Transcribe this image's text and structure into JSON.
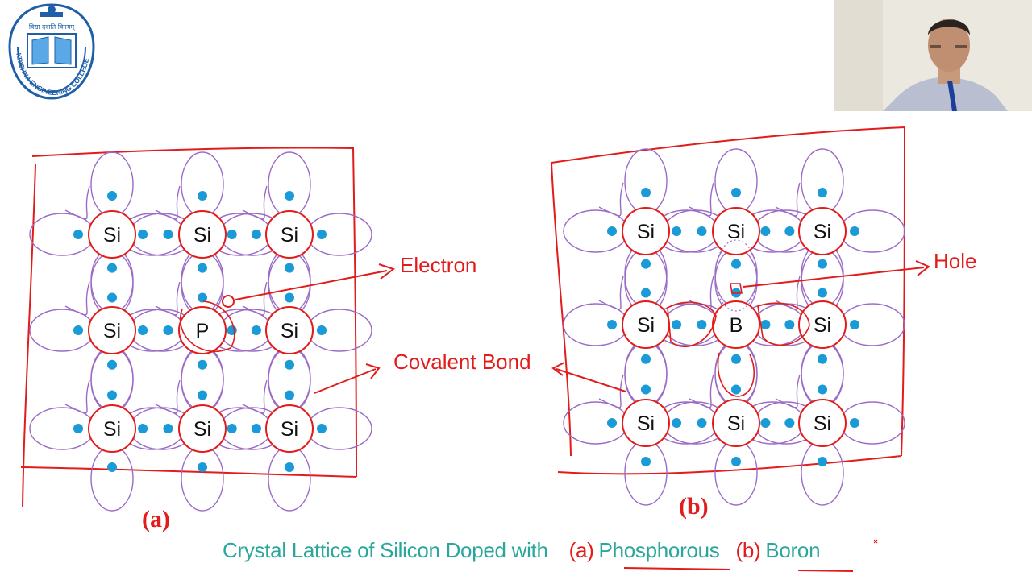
{
  "logo": {
    "motto": "विद्या ददाति विनयम्",
    "college_name": "KRISHNA ENGINEERING COLLEGE"
  },
  "diagram_a": {
    "panel_label": "(a)",
    "atoms": [
      "Si",
      "Si",
      "Si",
      "Si",
      "P",
      "Si",
      "Si",
      "Si",
      "Si"
    ],
    "annotations": {
      "electron": "Electron",
      "covalent_bond": "Covalent Bond"
    }
  },
  "diagram_b": {
    "panel_label": "(b)",
    "atoms": [
      "Si",
      "Si",
      "Si",
      "Si",
      "B",
      "Si",
      "Si",
      "Si",
      "Si"
    ],
    "annotations": {
      "hole": "Hole"
    }
  },
  "caption": {
    "prefix": "Crystal Lattice of Silicon Doped with",
    "part_a_marker": "(a)",
    "part_a_text": "Phosphorous",
    "part_b_marker": "(b)",
    "part_b_text": "Boron"
  },
  "colors": {
    "ink_red": "#e21b1b",
    "lattice_purple": "#9b6bc7",
    "electron_blue": "#1a9ad6",
    "caption_teal": "#2aa79b"
  }
}
